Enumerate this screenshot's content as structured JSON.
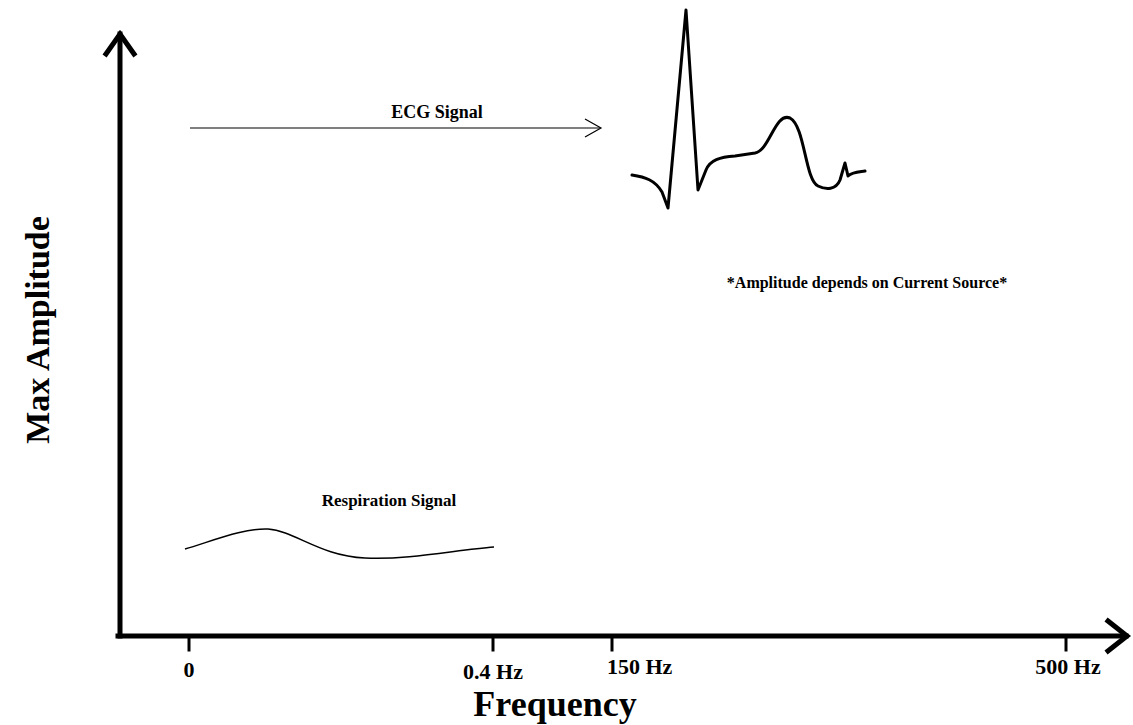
{
  "diagram": {
    "labels": [
      "Max Amplitude",
      "ECG Signal",
      "*Amplitude depends on Current Source*",
      "Respiration Signal",
      "0",
      "0.4 Hz",
      "150 Hz",
      "500 Hz",
      "Frequency"
    ]
  }
}
